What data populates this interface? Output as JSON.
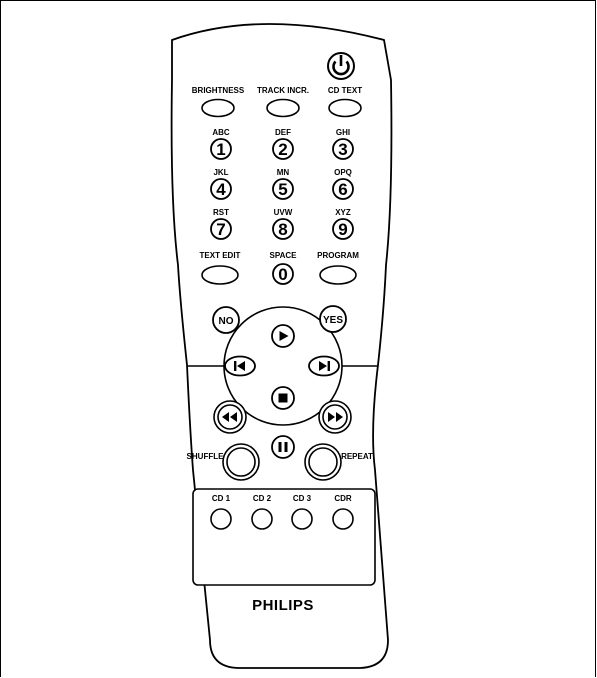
{
  "labels": {
    "brightness": "BRIGHTNESS",
    "track_incr": "TRACK INCR.",
    "cd_text": "CD TEXT",
    "text_edit": "TEXT EDIT",
    "space": "SPACE",
    "program": "PROGRAM",
    "no": "NO",
    "yes": "YES",
    "shuffle": "SHUFFLE",
    "repeat": "REPEAT",
    "brand": "PHILIPS"
  },
  "keypad": [
    {
      "letters": "ABC",
      "digit": "1"
    },
    {
      "letters": "DEF",
      "digit": "2"
    },
    {
      "letters": "GHI",
      "digit": "3"
    },
    {
      "letters": "JKL",
      "digit": "4"
    },
    {
      "letters": "MN",
      "digit": "5"
    },
    {
      "letters": "OPQ",
      "digit": "6"
    },
    {
      "letters": "RST",
      "digit": "7"
    },
    {
      "letters": "UVW",
      "digit": "8"
    },
    {
      "letters": "XYZ",
      "digit": "9"
    },
    {
      "letters": "",
      "digit": "0"
    }
  ],
  "source_buttons": [
    "CD 1",
    "CD 2",
    "CD 3",
    "CDR"
  ]
}
